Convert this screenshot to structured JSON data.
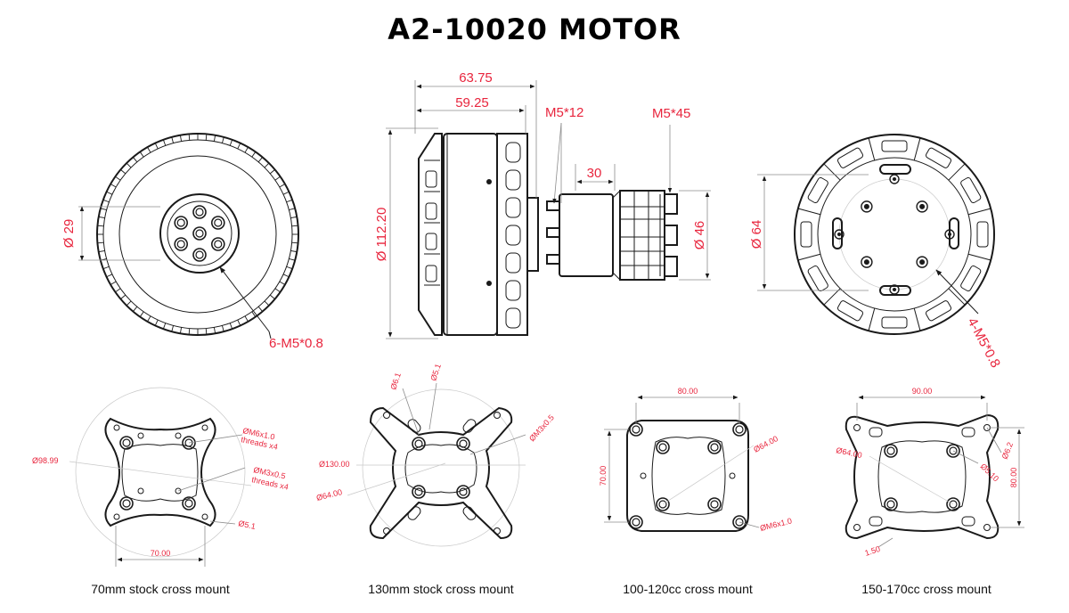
{
  "title": "A2-10020 MOTOR",
  "front_view": {
    "dim_shaft_dia": "Ø 29",
    "dim_bolts": "6-M5*0.8"
  },
  "side_view": {
    "dim_length_total": "63.75",
    "dim_length_body": "59.25",
    "dim_diameter": "Ø 112.20",
    "label_m5_12": "M5*12",
    "label_m5_45": "M5*45",
    "dim_standoff": "30",
    "dim_adapter_dia": "Ø 46"
  },
  "back_view": {
    "dim_bolt_circle": "Ø 64",
    "dim_bolts": "4-M5*0.8"
  },
  "mounts": [
    {
      "caption": "70mm stock cross mount",
      "dims": [
        "Ø98.99",
        "ØM6x1.0",
        "threads x4",
        "ØM3x0.5",
        "threads x4",
        "Ø5.1",
        "70.00"
      ]
    },
    {
      "caption": "130mm stock cross mount",
      "dims": [
        "Ø6.1",
        "Ø5.1",
        "ØM3x0.5",
        "Ø130.00",
        "Ø64.00"
      ]
    },
    {
      "caption": "100-120cc cross mount",
      "dims": [
        "80.00",
        "Ø64.00",
        "70.00",
        "ØM6x1.0"
      ]
    },
    {
      "caption": "150-170cc cross mount",
      "dims": [
        "90.00",
        "Ø64.00",
        "Ø6.2",
        "Ø5.10",
        "80.00",
        "1.50"
      ]
    }
  ]
}
